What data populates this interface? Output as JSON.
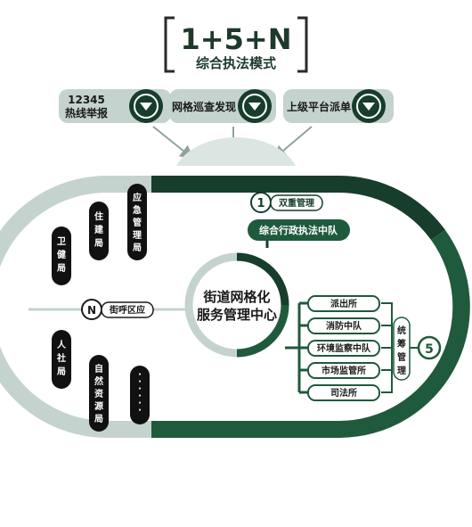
{
  "header": {
    "number_label": "1+5+N",
    "subtitle": "综合执法模式"
  },
  "inputs": [
    {
      "label_lines": [
        "12345",
        "热线举报"
      ]
    },
    {
      "label_lines": [
        "网格巡查发现"
      ]
    },
    {
      "label_lines": [
        "上级平台派单"
      ]
    }
  ],
  "center": {
    "line1": "街道网格化",
    "line2": "服务管理中心"
  },
  "top_branch": {
    "number": "1",
    "tag": "双重管理",
    "box": "综合行政执法中队"
  },
  "left_branch": {
    "number": "N",
    "tag": "街呼区应",
    "departments": [
      {
        "chars": [
          "卫",
          "健",
          "局"
        ]
      },
      {
        "chars": [
          "住",
          "建",
          "局"
        ]
      },
      {
        "chars": [
          "应",
          "急",
          "管",
          "理",
          "局"
        ]
      },
      {
        "chars": [
          "人",
          "社",
          "局"
        ]
      },
      {
        "chars": [
          "自",
          "然",
          "资",
          "源",
          "局"
        ]
      },
      {
        "chars": [
          "·",
          "·",
          "·",
          "·",
          "·",
          "·"
        ]
      }
    ]
  },
  "right_branch": {
    "number": "5",
    "bracket_label_chars": [
      "统",
      "筹",
      "管",
      "理"
    ],
    "units": [
      "派出所",
      "消防中队",
      "环境监察中队",
      "市场监管所",
      "司法所"
    ]
  },
  "colors": {
    "dark_green": "#173d2c",
    "mid_green": "#1f5a3c",
    "light_gray": "#c5d3ce",
    "pale_gray": "#dbe5e1"
  }
}
